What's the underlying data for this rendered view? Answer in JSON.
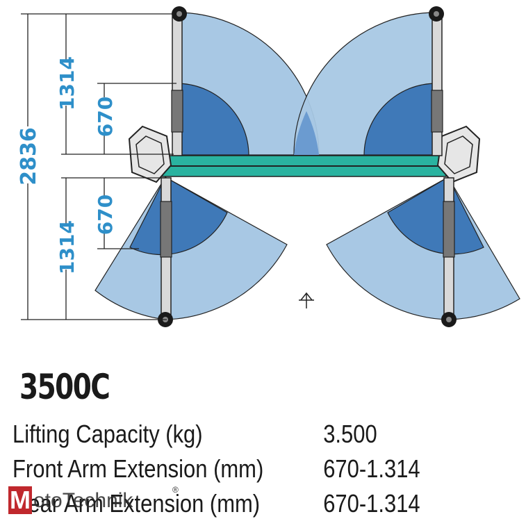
{
  "dimensions": {
    "total": "2836",
    "front_long": "1314",
    "front_short": "670",
    "rear_short": "670",
    "rear_long": "1314"
  },
  "colors": {
    "outer_sweep": "#a8c8e4",
    "inner_sweep": "#3f79b8",
    "platform": "#2ab3a0",
    "dimension_text": "#2e8fc9"
  },
  "model": "3500C",
  "specs": [
    {
      "label": "Lifting Capacity (kg)",
      "value": "3.500"
    },
    {
      "label": "Front Arm Extension (mm)",
      "value": "670-1.314"
    },
    {
      "label": "Rear Arm Extension (mm)",
      "value": "670-1.314"
    }
  ],
  "logo": {
    "initial": "M",
    "text": "otoTechnik",
    "mark": "®",
    "icon": "mototechnik-logo"
  }
}
